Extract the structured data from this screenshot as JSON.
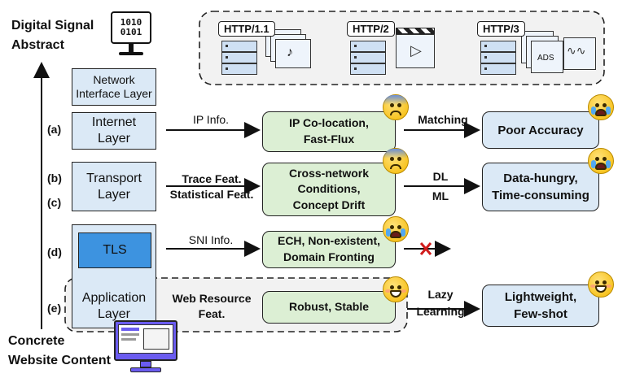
{
  "y_axis": {
    "top_label": "Digital Signal\nAbstract",
    "bottom_label": "Concrete\nWebsite Content"
  },
  "protocols": [
    "HTTP/1.1",
    "HTTP/2",
    "HTTP/3"
  ],
  "protocol_card_text": "ADS",
  "layers": {
    "network": "Network\nInterface Layer",
    "internet": "Internet\nLayer",
    "transport": "Transport\nLayer",
    "tls": "TLS",
    "application": "Application\nLayer"
  },
  "tags": [
    "(a)",
    "(b)",
    "(c)",
    "(d)",
    "(e)"
  ],
  "features": {
    "ip": "IP Info.",
    "trace": "Trace Feat.\nStatistical Feat.",
    "sni": "SNI Info.",
    "web": "Web Resource\nFeat."
  },
  "issues": {
    "a": "IP Co-location,\nFast-Flux",
    "bc": "Cross-network\nConditions,\nConcept Drift",
    "d": "ECH, Non-existent,\nDomain Fronting",
    "e": "Robust, Stable"
  },
  "methods": {
    "matching": "Matching",
    "dl": "DL",
    "ml": "ML",
    "lazy": "Lazy\nLearning"
  },
  "results": {
    "a": "Poor Accuracy",
    "bc": "Data-hungry,\nTime-consuming",
    "e": "Lightweight,\nFew-shot"
  },
  "icons": {
    "computer": "binary-monitor-icon",
    "website": "website-monitor-icon",
    "blocked": "red-x-icon"
  },
  "binary_digits": "1010\n0101",
  "colors": {
    "layer": "#dbe9f6",
    "issue": "#dcefd4",
    "result": "#dbe9f6",
    "x": "#d01c1c"
  }
}
